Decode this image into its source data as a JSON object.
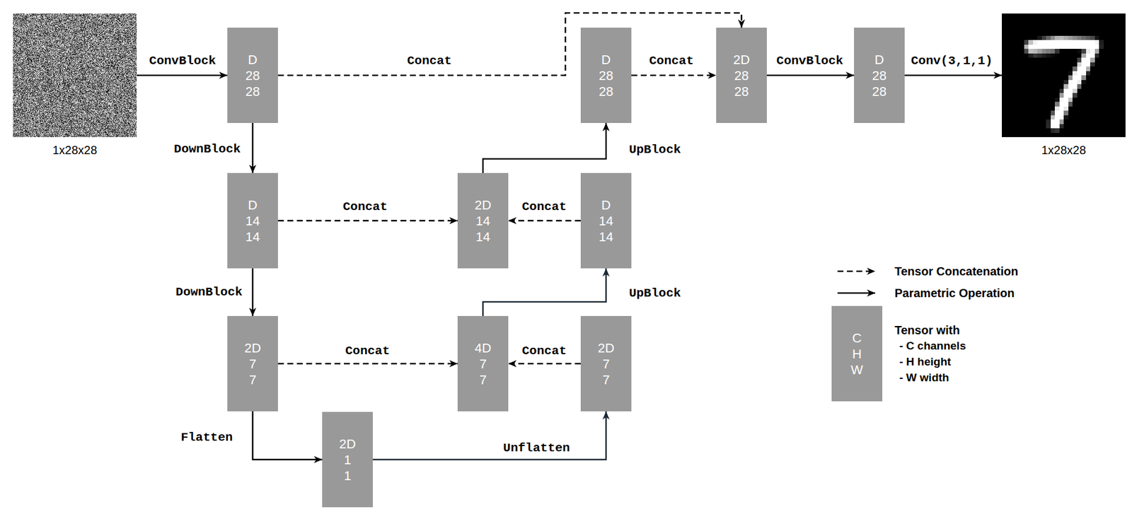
{
  "diagram": {
    "nodes": [
      {
        "text": [
          "1x28x28"
        ]
      },
      {
        "text": [
          "D 28 28"
        ]
      },
      {
        "text": [
          "D 28 28"
        ]
      },
      {
        "text": [
          "2D 28 28"
        ]
      },
      {
        "text": [
          "D 28 28"
        ]
      },
      {
        "text": [
          "1x28x28"
        ]
      },
      {
        "text": [
          "D 14 14"
        ]
      },
      {
        "text": [
          "2D 14 14"
        ]
      },
      {
        "text": [
          "D 14 14"
        ]
      },
      {
        "text": [
          "2D 7 7"
        ]
      },
      {
        "text": [
          "4D 7 7"
        ]
      },
      {
        "text": [
          "2D 7 7"
        ]
      },
      {
        "text": [
          "2D 1 1"
        ]
      }
    ],
    "edges": [
      {
        "from": 0,
        "to": 1,
        "arrow": "to",
        "label": "ConvBlock"
      },
      {
        "from": 1,
        "to": 6,
        "arrow": "to",
        "label": "DownBlock"
      },
      {
        "from": 6,
        "to": 9,
        "arrow": "to",
        "label": "DownBlock"
      },
      {
        "from": 9,
        "to": 12,
        "arrow": "to",
        "label": "Flatten"
      },
      {
        "from": 12,
        "to": 11,
        "arrow": "to",
        "label": "Unflatten"
      },
      {
        "from": 9,
        "to": 10,
        "arrow": "to",
        "label": "Concat"
      },
      {
        "from": 11,
        "to": 10,
        "arrow": "to",
        "label": "Concat"
      },
      {
        "from": 10,
        "to": 8,
        "arrow": "to",
        "label": "UpBlock"
      },
      {
        "from": 6,
        "to": 7,
        "arrow": "to",
        "label": "Concat"
      },
      {
        "from": 8,
        "to": 7,
        "arrow": "to",
        "label": "Concat"
      },
      {
        "from": 7,
        "to": 2,
        "arrow": "to",
        "label": "UpBlock"
      },
      {
        "from": 1,
        "to": 3,
        "arrow": "to",
        "label": "Concat"
      },
      {
        "from": 2,
        "to": 3,
        "arrow": "to",
        "label": "Concat"
      },
      {
        "from": 3,
        "to": 4,
        "arrow": "to",
        "label": "ConvBlock"
      },
      {
        "from": 4,
        "to": 5,
        "arrow": "to",
        "label": "Conv(3,1,1)"
      }
    ],
    "labels": [
      "C H W",
      "- C channels",
      "- H height",
      "- W width"
    ],
    "legend": [
      {
        "text": "Tensor Concatenation"
      },
      {
        "text": "Parametric Operation"
      },
      {
        "text": "Tensor with"
      }
    ]
  }
}
